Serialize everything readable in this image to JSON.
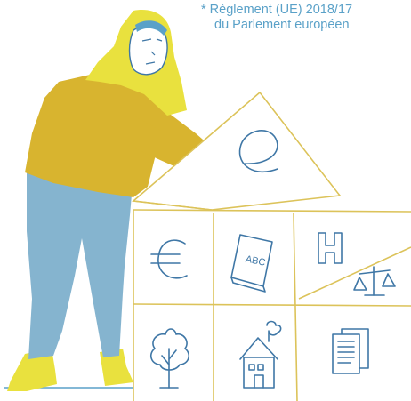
{
  "footnote": {
    "marker": "*",
    "line1": " Règlement (UE) 2018/17",
    "line2": "du Parlement européen"
  },
  "icons": {
    "euro_symbol": "€",
    "book_title": "ABC",
    "hospital_letter": "H",
    "email_symbol": "e"
  },
  "colors": {
    "yellow": "#e9e13e",
    "mustard": "#d8b42f",
    "blue_jeans": "#85b4cf",
    "line_blue": "#3f77a6",
    "accent_blue": "#5aa1c8",
    "house_line": "#dcc35a",
    "skin": "#ffffff"
  }
}
